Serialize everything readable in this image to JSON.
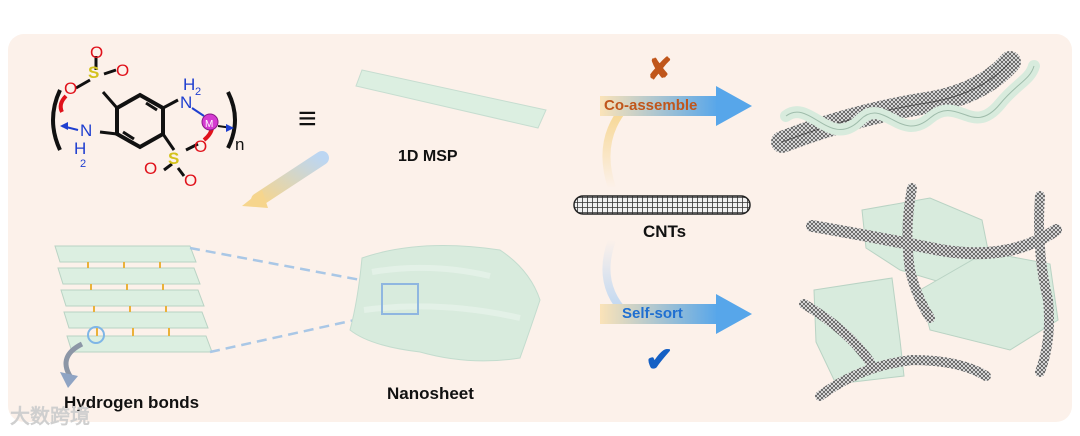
{
  "structure": {
    "atoms": {
      "o1": "O",
      "s1": "S",
      "o2": "O",
      "o3": "O",
      "nh2_top_h": "H",
      "nh2_top_sub": "2",
      "n_top": "N",
      "n_left": "N",
      "h_left": "H",
      "h_left_sub": "2",
      "o4": "O",
      "s2": "S",
      "o5": "O",
      "o6": "O",
      "metal": "M",
      "repeat": "n"
    },
    "equiv": "≡"
  },
  "labels": {
    "msp": "1D MSP",
    "nanosheet": "Nanosheet",
    "hbonds": "Hydrogen bonds",
    "cnts": "CNTs",
    "coassemble": "Co-assemble",
    "selfsort": "Self-sort",
    "cross": "✘",
    "check": "✔"
  },
  "colors": {
    "panel": "#fcf1ea",
    "ribbon": "#dcefe1",
    "arrow_blue": "#5aa7e6",
    "coassemble_text": "#c0561b",
    "selfsort_text": "#1f6fd1",
    "check": "#1560c4",
    "cross": "#c0561b"
  },
  "watermark": "大数跨境"
}
